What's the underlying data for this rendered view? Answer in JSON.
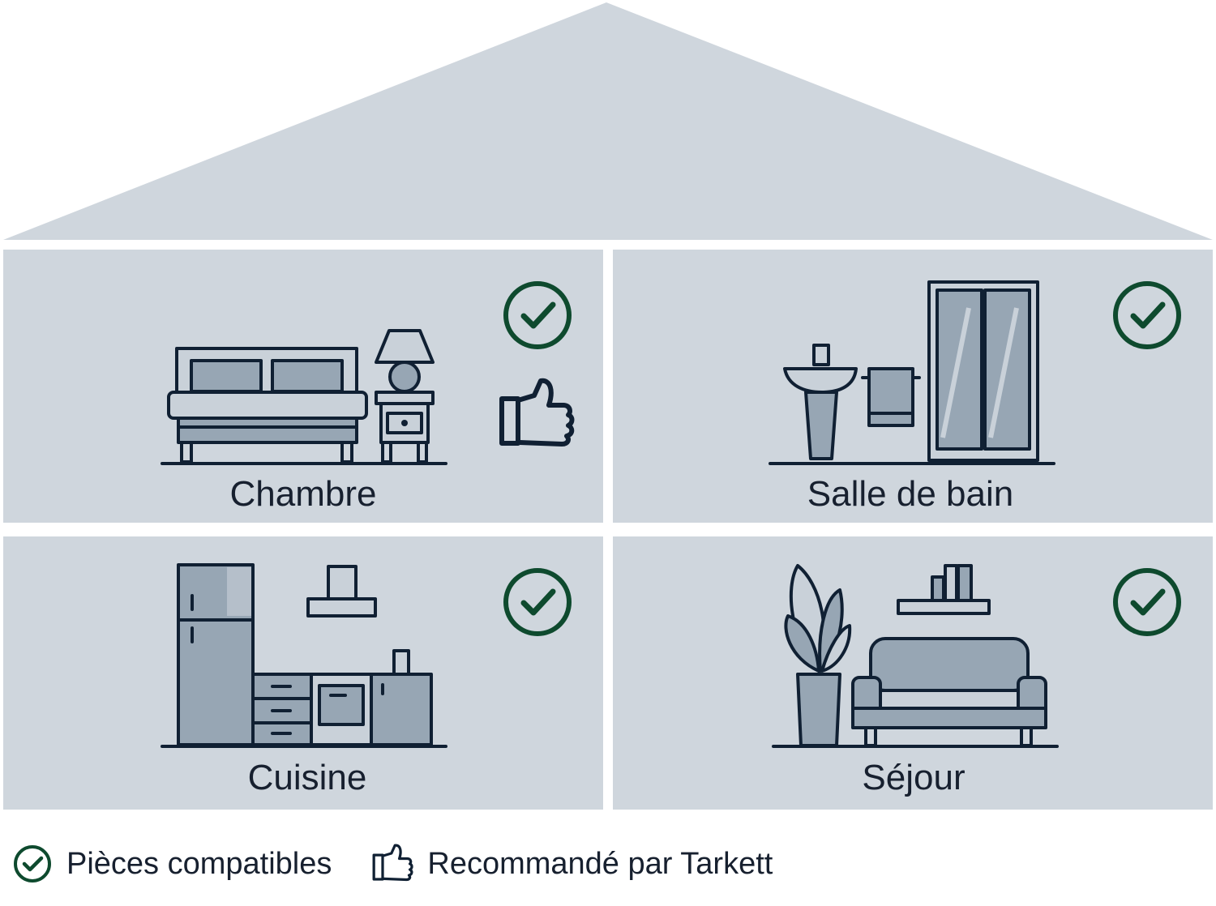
{
  "rooms": [
    {
      "id": "chambre",
      "label": "Chambre",
      "compatible": true,
      "recommended": true
    },
    {
      "id": "salle-de-bain",
      "label": "Salle de bain",
      "compatible": true,
      "recommended": false
    },
    {
      "id": "cuisine",
      "label": "Cuisine",
      "compatible": true,
      "recommended": false
    },
    {
      "id": "sejour",
      "label": "Séjour",
      "compatible": true,
      "recommended": false
    }
  ],
  "legend": {
    "compatible": {
      "label": "Pièces compatibles",
      "icon": "check-circle-icon"
    },
    "recommended": {
      "label": "Recommandé par Tarkett",
      "icon": "thumbs-up-icon"
    }
  },
  "colors": {
    "panel": "#cfd6dd",
    "check": "#0e4a2e",
    "ink": "#102033",
    "fill_mid": "#97a6b4"
  }
}
